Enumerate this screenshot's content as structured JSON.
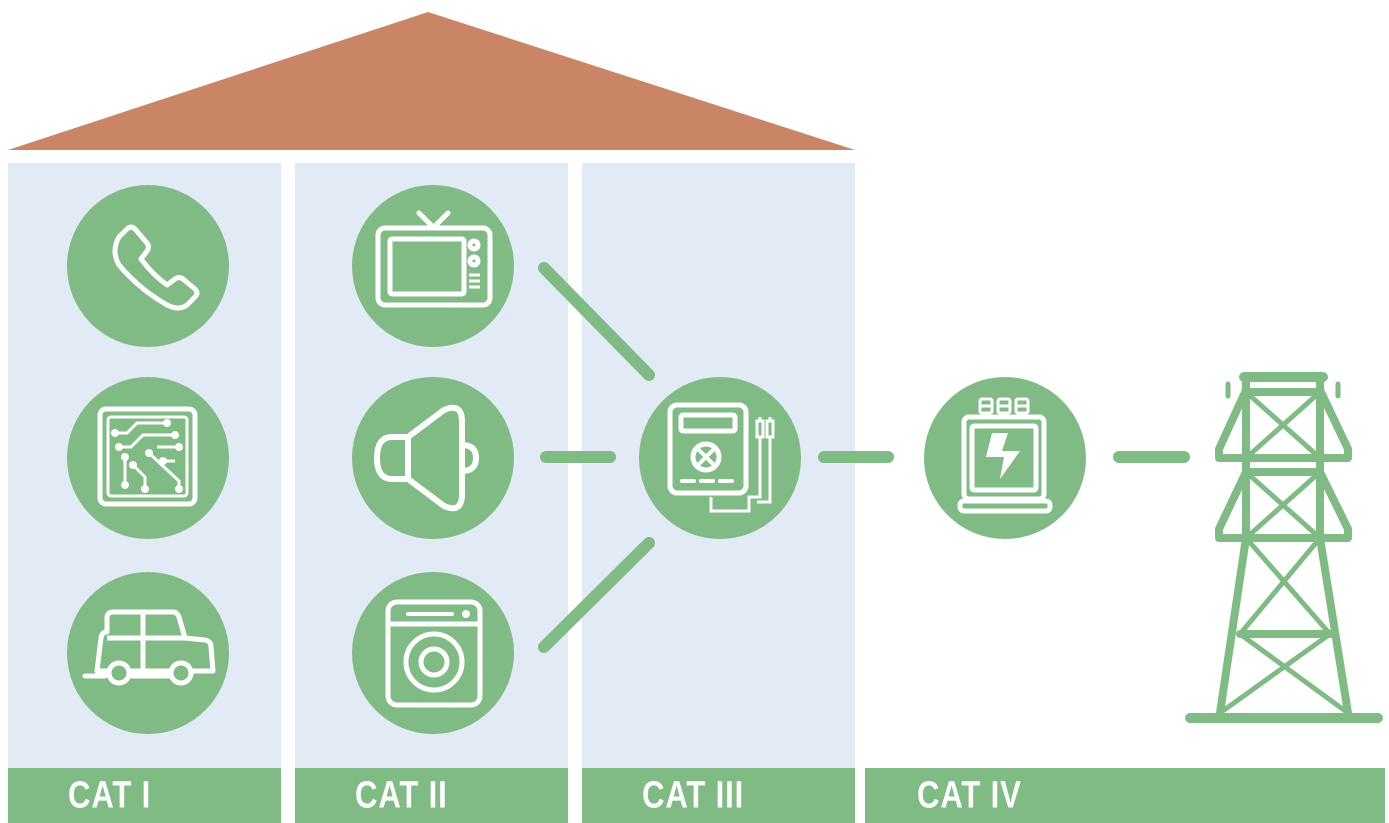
{
  "categories": [
    {
      "id": "cat1",
      "label": "CAT I"
    },
    {
      "id": "cat2",
      "label": "CAT II"
    },
    {
      "id": "cat3",
      "label": "CAT III"
    },
    {
      "id": "cat4",
      "label": "CAT IV"
    }
  ],
  "icons": {
    "cat1": [
      "phone-icon",
      "circuit-board-icon",
      "car-icon"
    ],
    "cat2": [
      "tv-icon",
      "speaker-icon",
      "washing-machine-icon"
    ],
    "cat3": [
      "multimeter-icon"
    ],
    "cat4": [
      "electric-meter-icon",
      "transmission-tower-icon"
    ]
  },
  "colors": {
    "roof": "#c98566",
    "column_bg": "#e2eaf5",
    "accent_green": "#80bb85",
    "icon_stroke": "#ffffff"
  }
}
